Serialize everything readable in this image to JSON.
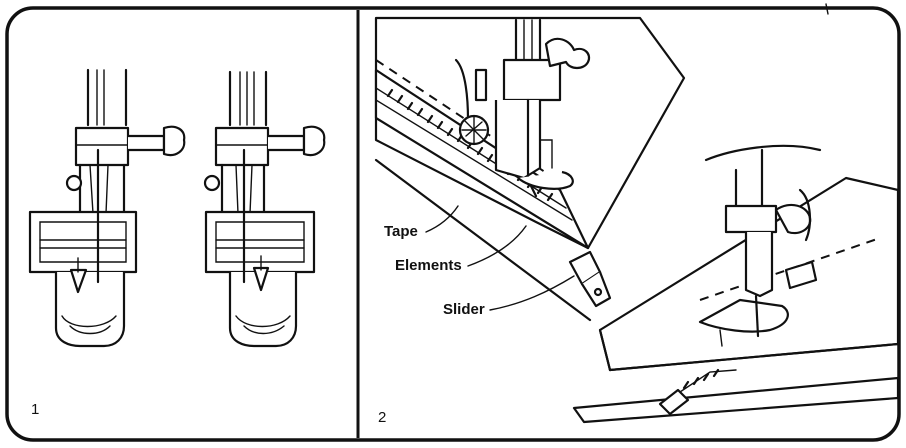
{
  "panels": [
    {
      "number": "1"
    },
    {
      "number": "2"
    }
  ],
  "labels": {
    "tape": "Tape",
    "elements": "Elements",
    "slider": "Slider"
  }
}
